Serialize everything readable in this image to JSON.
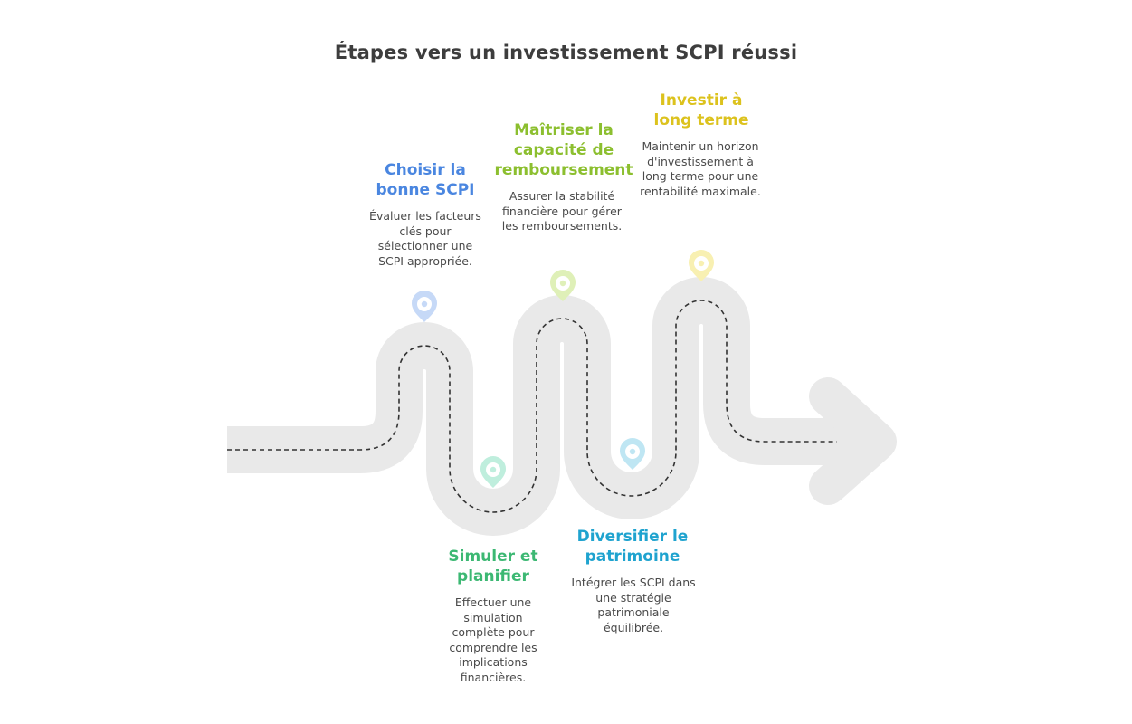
{
  "title": "Étapes vers un investissement SCPI réussi",
  "steps": [
    {
      "title": "Choisir la bonne SCPI",
      "description": "Évaluer les facteurs clés pour sélectionner une SCPI appropriée.",
      "color": "#4a86e0",
      "pin_color": "#c6d9f7"
    },
    {
      "title": "Simuler et planifier",
      "description": "Effectuer une simulation complète pour comprendre les implications financières.",
      "color": "#3cb873",
      "pin_color": "#bfeedd"
    },
    {
      "title": "Maîtriser la capacité de remboursement",
      "description": "Assurer la stabilité financière pour gérer les remboursements.",
      "color": "#8cbf2f",
      "pin_color": "#dff0b8"
    },
    {
      "title": "Diversifier le patrimoine",
      "description": "Intégrer les SCPI dans une stratégie patrimoniale équilibrée.",
      "color": "#1fa3cf",
      "pin_color": "#bfe6f3"
    },
    {
      "title": "Investir à long terme",
      "description": "Maintenir un horizon d'investissement à long terme pour une rentabilité maximale.",
      "color": "#dcc21d",
      "pin_color": "#f8f0b2"
    }
  ],
  "road_color": "#e9e9e9",
  "dash_color": "#333333"
}
